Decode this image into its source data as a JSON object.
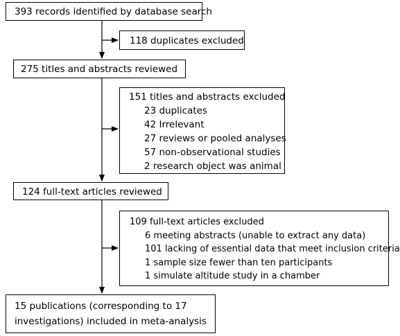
{
  "steps": {
    "identified": "393 records identified by database search",
    "duplicates_excluded": "118 duplicates excluded",
    "screened": "275 titles and abstracts reviewed",
    "abstracts_excluded": {
      "title": "151 titles and abstracts excluded",
      "reasons": [
        "23 duplicates",
        "42 Irrelevant",
        "27 reviews or pooled analyses",
        "57 non-observational studies",
        "2 research object was animal"
      ]
    },
    "fulltext": "124 full-text articles reviewed",
    "fulltext_excluded": {
      "title": "109 full-text articles excluded",
      "reasons": [
        "6 meeting abstracts (unable to extract any data)",
        "101 lacking of essential data that meet inclusion criteria",
        "1 sample size fewer than ten participants",
        "1 simulate altitude study in a chamber"
      ]
    },
    "included": [
      "15 publications (corresponding to 17",
      "investigations) included in meta-analysis"
    ]
  }
}
